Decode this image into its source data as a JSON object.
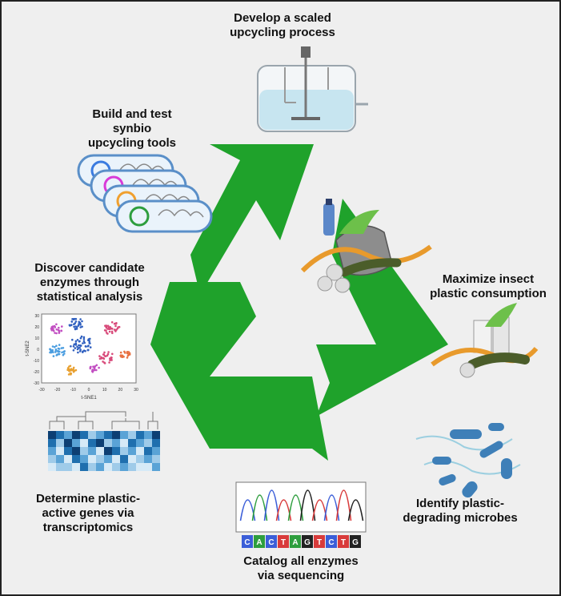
{
  "labels": {
    "develop": [
      "Develop a scaled",
      "upcycling process"
    ],
    "build": [
      "Build and test",
      "synbio",
      "upcycling tools"
    ],
    "discover": [
      "Discover candidate",
      "enzymes through",
      "statistical analysis"
    ],
    "maximize": [
      "Maximize insect",
      "plastic consumption"
    ],
    "identify": [
      "Identify plastic-",
      "degrading microbes"
    ],
    "determine": [
      "Determine plastic-",
      "active genes via",
      "transcriptomics"
    ],
    "catalog": [
      "Catalog all enzymes",
      "via sequencing"
    ]
  },
  "tsne": {
    "xlabel": "t-SNE1",
    "ylabel": "t-SNE2",
    "xticks": [
      "-30",
      "-20",
      "-10",
      "0",
      "10",
      "20",
      "30"
    ],
    "yticks": [
      "30",
      "20",
      "10",
      "0",
      "-10",
      "-20",
      "-30"
    ]
  },
  "sequence": [
    "C",
    "A",
    "C",
    "T",
    "A",
    "G",
    "T",
    "C",
    "T",
    "G"
  ],
  "colors": {
    "arrow": "#1fa22b",
    "background": "#efefef",
    "A": "#2e9e3e",
    "C": "#3b5ed8",
    "G": "#222222",
    "T": "#d83b3b"
  }
}
